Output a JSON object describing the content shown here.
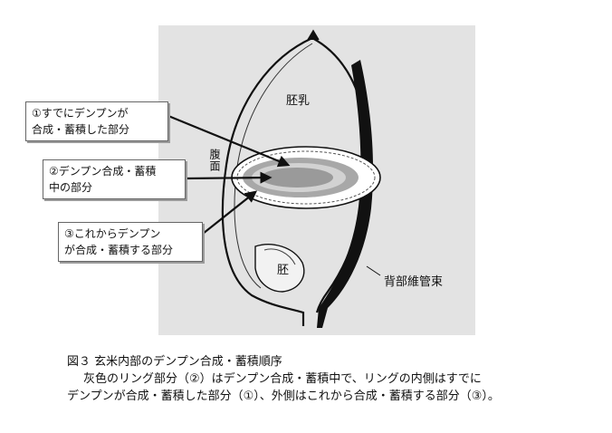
{
  "labels": {
    "done": [
      "①すでにデンプンが",
      "合成・蓄積した部分"
    ],
    "current": [
      "②デンプン合成・蓄積",
      "中の部分"
    ],
    "future": [
      "③これからデンプン",
      "が合成・蓄積する部分"
    ]
  },
  "annotations": {
    "endosperm": "胚乳",
    "ventral": "腹面",
    "embryo": "胚",
    "dorsal_vascular": "背部維管束"
  },
  "caption": {
    "title": "図３ 玄米内部のデンプン合成・蓄積順序",
    "line1": "灰色のリング部分（②）はデンプン合成・蓄積中で、リングの内側はすでに",
    "line2": "デンプンが合成・蓄積した部分（①）、外側はこれから合成・蓄積する部分（③）。"
  },
  "colors": {
    "background_panel": "#e3e3e3",
    "ring_gray": "#a8a8a8",
    "line": "#111111"
  }
}
